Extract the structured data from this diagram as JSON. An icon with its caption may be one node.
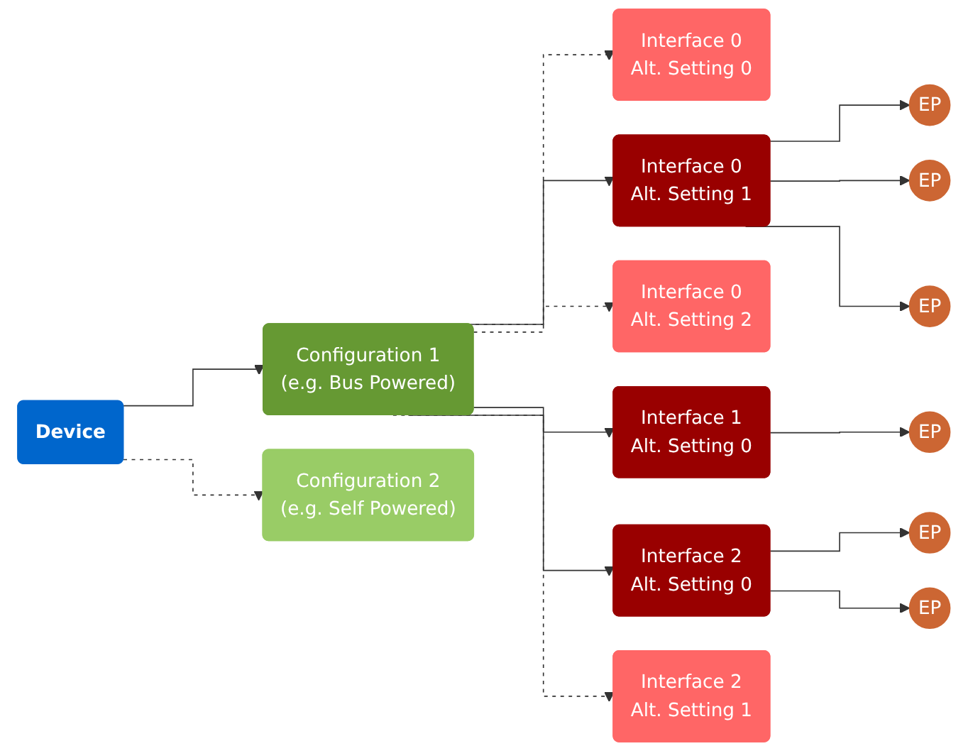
{
  "diagram": {
    "nodes": [
      {
        "text": [
          "Device"
        ]
      },
      {
        "text": [
          "Configuration 1",
          "(e.g. Bus Powered)"
        ]
      },
      {
        "text": [
          "Interface 0",
          "Alt. Setting 0"
        ]
      },
      {
        "text": [
          "Interface 0",
          "Alt. Setting 1"
        ]
      },
      {
        "text": [
          "EP"
        ]
      },
      {
        "text": [
          "EP"
        ]
      },
      {
        "text": [
          "EP"
        ]
      },
      {
        "text": [
          "Interface 0",
          "Alt. Setting 2"
        ]
      },
      {
        "text": [
          "Interface 1",
          "Alt. Setting 0"
        ]
      },
      {
        "text": [
          "EP"
        ]
      },
      {
        "text": [
          "Interface 2",
          "Alt. Setting 0"
        ]
      },
      {
        "text": [
          "EP"
        ]
      },
      {
        "text": [
          "EP"
        ]
      },
      {
        "text": [
          "Interface 2",
          "Alt. Setting 1"
        ]
      },
      {
        "text": [
          "Configuration 2",
          "(e.g. Self Powered)"
        ]
      }
    ],
    "edges": [
      {
        "from": 0,
        "to": 1,
        "arrow": "to"
      },
      {
        "from": 0,
        "to": 14,
        "arrow": "to",
        "style": "dashed"
      },
      {
        "from": 1,
        "to": 2,
        "arrow": "to",
        "style": "dashed"
      },
      {
        "from": 1,
        "to": 3,
        "arrow": "to"
      },
      {
        "from": 1,
        "to": 7,
        "arrow": "to",
        "style": "dashed"
      },
      {
        "from": 1,
        "to": 8,
        "arrow": "to"
      },
      {
        "from": 1,
        "to": 10,
        "arrow": "to"
      },
      {
        "from": 1,
        "to": 13,
        "arrow": "to",
        "style": "dashed"
      },
      {
        "from": 3,
        "to": 4,
        "arrow": "to"
      },
      {
        "from": 3,
        "to": 5,
        "arrow": "to"
      },
      {
        "from": 3,
        "to": 6,
        "arrow": "to"
      },
      {
        "from": 8,
        "to": 9,
        "arrow": "to"
      },
      {
        "from": 10,
        "to": 11,
        "arrow": "to"
      },
      {
        "from": 10,
        "to": 12,
        "arrow": "to"
      }
    ]
  }
}
